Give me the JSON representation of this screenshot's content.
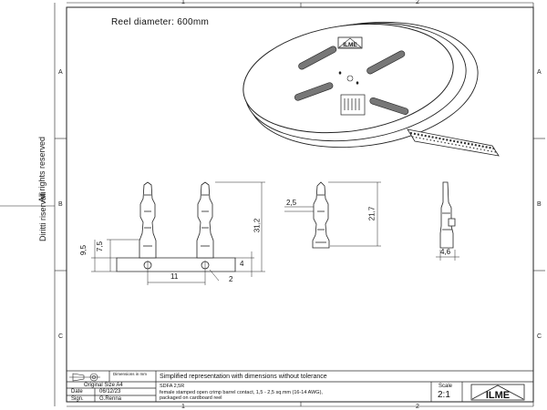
{
  "reel_title": "Reel diameter: 600mm",
  "columns": [
    "1",
    "2"
  ],
  "rows": [
    "A",
    "B",
    "C"
  ],
  "side_text": {
    "rights": "All rights reserved",
    "rights_alt": "Diritti riservati"
  },
  "dimensions": {
    "d_9_5": "9,5",
    "d_7_5": "7,5",
    "d_11": "11",
    "d_2": "2",
    "d_4": "4",
    "d_31_2": "31,2",
    "d_2_5": "2,5",
    "d_21_7": "21,7",
    "d_4_6": "4,6"
  },
  "title_block": {
    "dimensions_label": "Dimensions in mm",
    "description_title": "Simplified representation with dimensions without tolerance",
    "original_size_label": "Original Size A4",
    "date_label": "Date",
    "date_value": "06/12/23",
    "sign_label": "Sign.",
    "sign_value": "G.Renna",
    "code": "SDFA 2,5R",
    "desc_line1": "female stamped open crimp barrel contact, 1,5 - 2,5 sq.mm (16-14 AWG),",
    "desc_line2": "packaged on cardboard reel",
    "scale_label": "Scale",
    "scale_value": "2:1",
    "logo_text": "ILME"
  },
  "reel_logo_text": "ILME"
}
